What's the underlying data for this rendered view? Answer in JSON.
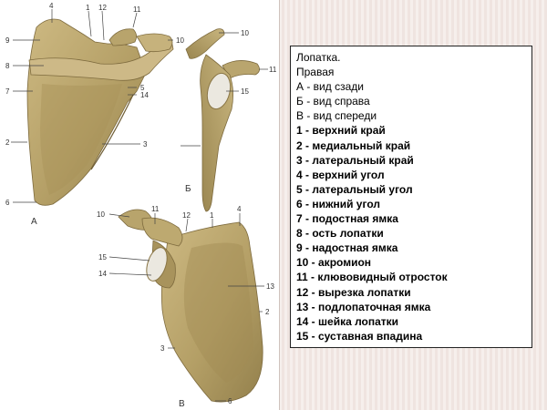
{
  "legend": {
    "title": "Лопатка.",
    "subtitle": "Правая",
    "views": [
      "А - вид сзади",
      "Б - вид справа",
      "В - вид спереди"
    ],
    "items": [
      "1 - верхний край",
      "2 - медиальный край",
      "3 - латеральный край",
      "4 - верхний угол",
      "5 - латеральный угол",
      "6 - нижний угол",
      "7 - подостная ямка",
      "8 - ость лопатки",
      "9 - надостная ямка",
      "10 - акромион",
      "11 - клювовидный отросток",
      "12 - вырезка лопатки",
      "13 - подлопаточная ямка",
      "14 - шейка лопатки",
      "15 - суставная впадина"
    ]
  },
  "figure": {
    "view_letters": {
      "a": "А",
      "b": "Б",
      "c": "В"
    },
    "a_labels": [
      "4",
      "1",
      "12",
      "11",
      "9",
      "10",
      "8",
      "5",
      "7",
      "14",
      "2",
      "3",
      "6"
    ],
    "b_labels": [
      "10",
      "11",
      "15"
    ],
    "c_labels": [
      "10",
      "11",
      "12",
      "1",
      "4",
      "15",
      "14",
      "13",
      "2",
      "3",
      "6"
    ]
  },
  "colors": {
    "bone": "#b9a46c",
    "bone_dark": "#8a7646",
    "bone_light": "#d6c594",
    "glenoid": "#e9e6dc",
    "background": "#f4ece8"
  }
}
